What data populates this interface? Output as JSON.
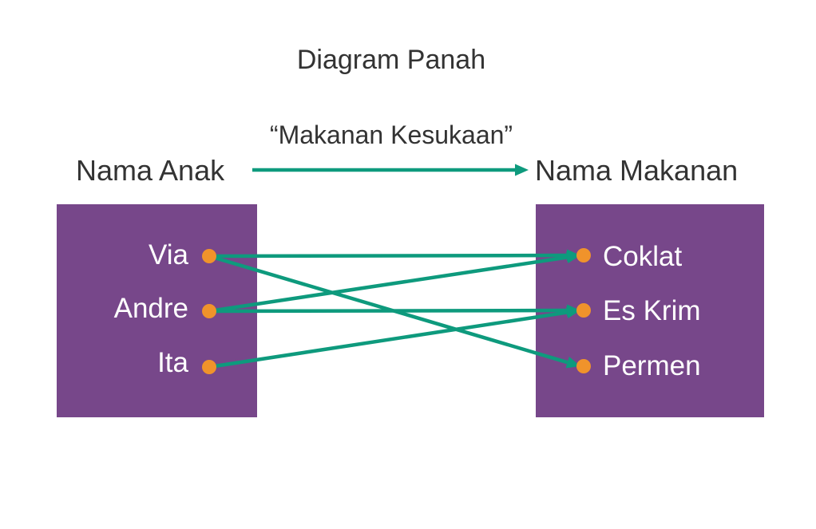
{
  "title": "Diagram Panah",
  "relation": {
    "label": "“Makanan Kesukaan”"
  },
  "domain": {
    "label": "Nama Anak",
    "members": [
      "Via",
      "Andre",
      "Ita"
    ]
  },
  "codomain": {
    "label": "Nama Makanan",
    "members": [
      "Coklat",
      "Es Krim",
      "Permen"
    ]
  },
  "mapping": [
    {
      "from": "Via",
      "to": "Coklat"
    },
    {
      "from": "Via",
      "to": "Permen"
    },
    {
      "from": "Andre",
      "to": "Coklat"
    },
    {
      "from": "Andre",
      "to": "Es Krim"
    },
    {
      "from": "Ita",
      "to": "Es Krim"
    }
  ],
  "colors": {
    "box": "#77478a",
    "arrow": "#0e9a7d",
    "dot": "#f0932b",
    "text": "#333333",
    "member_text": "#ffffff"
  }
}
